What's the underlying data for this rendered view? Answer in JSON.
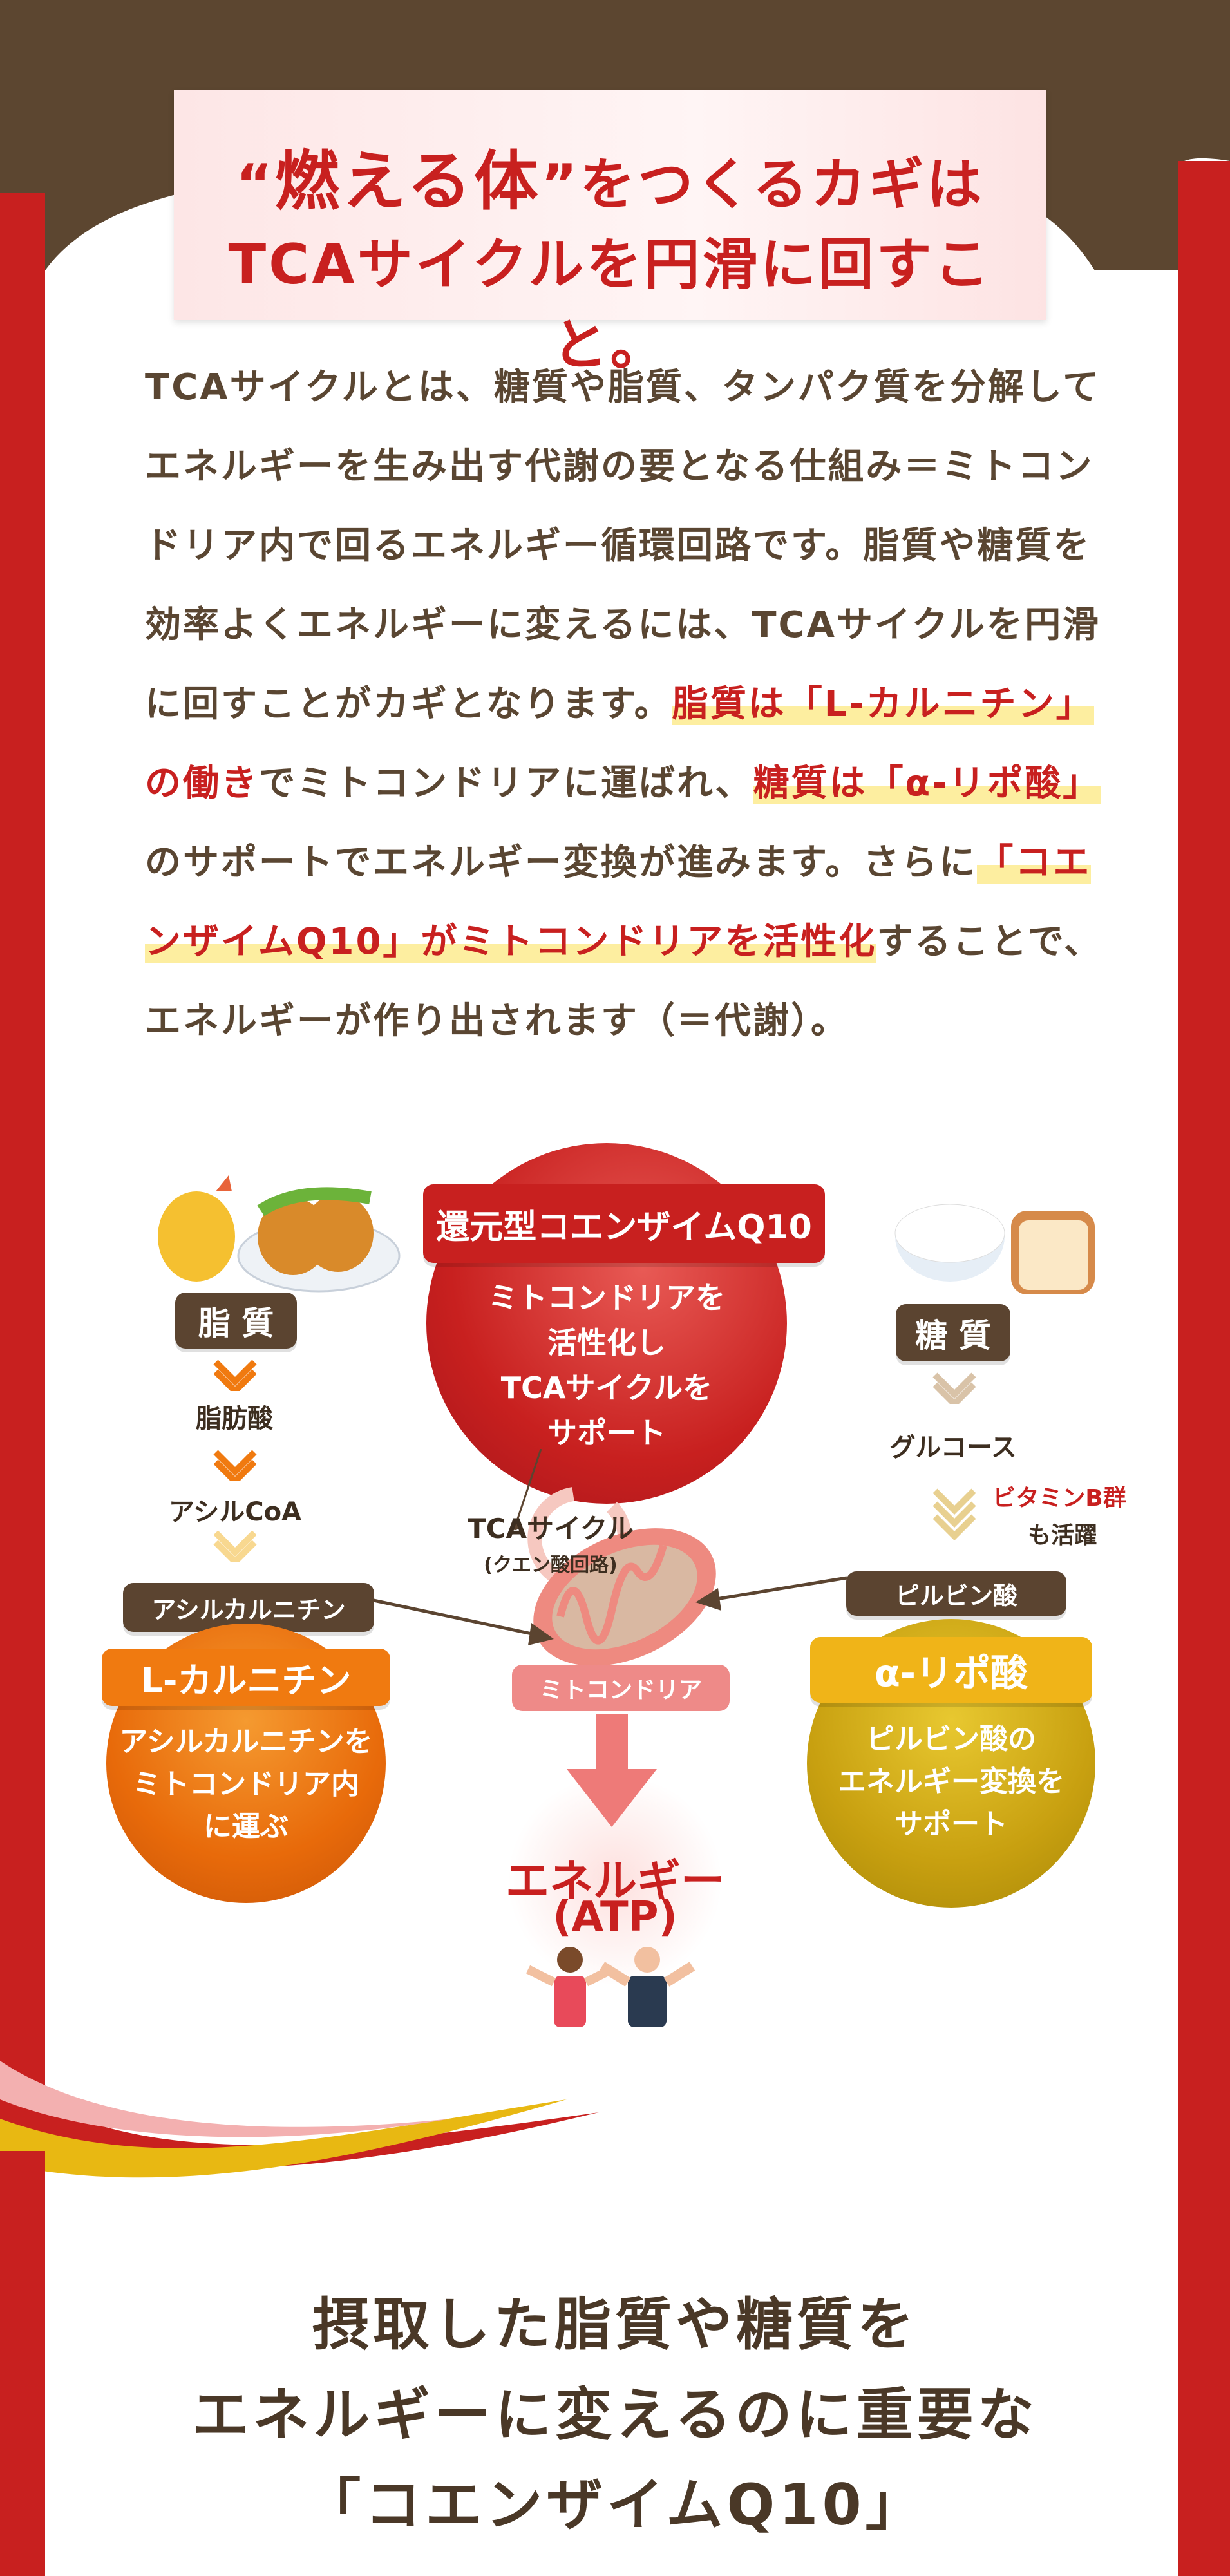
{
  "title": {
    "line1_quote_open": "“",
    "line1_em": "燃える体",
    "line1_quote_close": "”",
    "line1_rest": "をつくるカギは",
    "line2": "TCAサイクルを円滑に回すこと。"
  },
  "body": {
    "p1": "TCAサイクルとは、糖質や脂質、タンパク質を分解してエネルギーを生み出す代謝の要となる仕組み＝ミトコンドリア内で回るエネルギー循環回路です。脂質や糖質を効率よくエネルギーに変えるには、TCAサイクルを円滑に回すことがカギとなります。",
    "hl1": "脂質は「L-カルニチン」",
    "red1": "の働き",
    "t1": "でミトコンドリアに運ばれ、",
    "hl2": "糖質は「α-リポ酸」",
    "t2": "のサポートでエネルギー変換が進みます。さらに",
    "hl3": "「コエンザイムQ10」が",
    "hl4": "ミトコンドリアを活性化",
    "t3": "することで、エネルギーが作り出されます（＝代謝）。"
  },
  "diagram": {
    "q10_label": "還元型コエンザイムQ10",
    "q10_text": [
      "ミトコンドリアを",
      "活性化し",
      "TCAサイクルを",
      "サポート"
    ],
    "fat": "脂 質",
    "fatty_acid": "脂肪酸",
    "acyl_coa": "アシルCoA",
    "acyl_carnitine": "アシルカルニチン",
    "carnitine_label": "L-カルニチン",
    "carnitine_text": [
      "アシルカルニチンを",
      "ミトコンドリア内",
      "に運ぶ"
    ],
    "sugar": "糖 質",
    "glucose": "グルコース",
    "vitamin": "ビタミンB群",
    "vitamin_sub": "も活躍",
    "pyruvate": "ピルビン酸",
    "lipoic_label": "α-リポ酸",
    "lipoic_text": [
      "ピルビン酸の",
      "エネルギー変換を",
      "サポート"
    ],
    "tca": "TCAサイクル",
    "tca_sub": "(クエン酸回路)",
    "mito": "ミトコンドリア",
    "energy": "エネルギー",
    "atp": "(ATP)"
  },
  "bottom": {
    "line1": "摂取した脂質や糖質を",
    "line2": "エネルギーに変えるのに重要な",
    "line3": "「コエンザイムQ10」"
  },
  "colors": {
    "red": "#c8201f",
    "brown": "#5b4430",
    "orange": "#f07a10",
    "yellow": "#e8b812",
    "highlight": "#fdeea0"
  }
}
